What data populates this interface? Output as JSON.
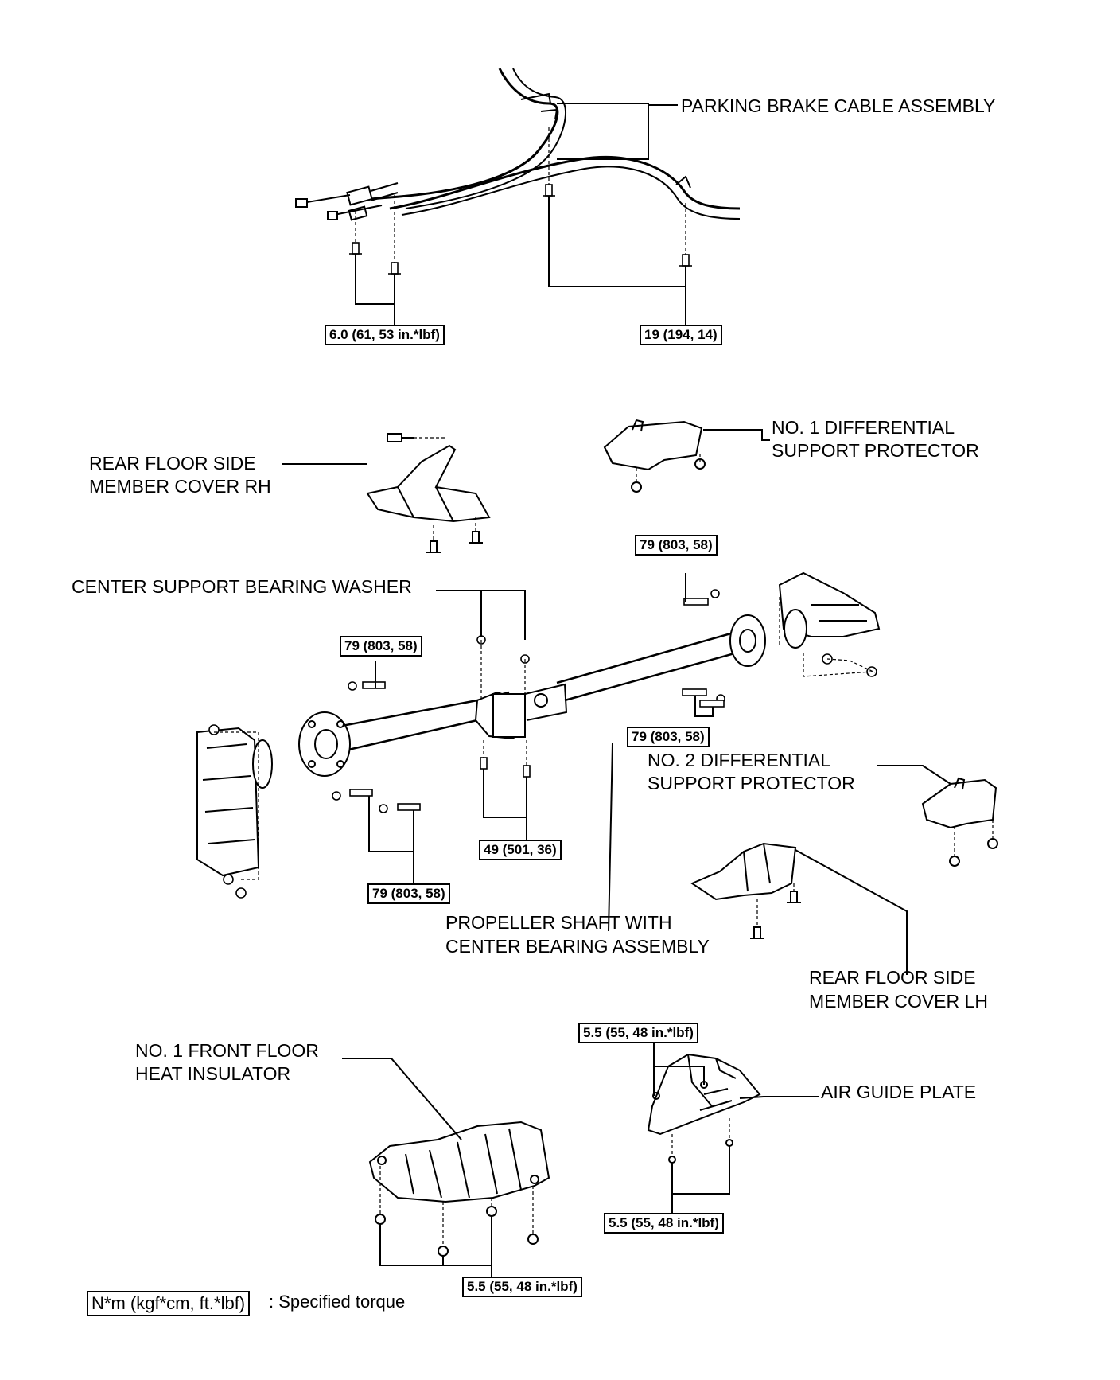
{
  "labels": {
    "parking_brake_cable": "PARKING BRAKE CABLE ASSEMBLY",
    "no1_diff_protector": [
      "NO. 1 DIFFERENTIAL",
      "SUPPORT PROTECTOR"
    ],
    "rear_floor_cover_rh": [
      "REAR FLOOR SIDE",
      "MEMBER COVER RH"
    ],
    "center_support_washer": "CENTER SUPPORT BEARING WASHER",
    "no2_diff_protector": [
      "NO. 2 DIFFERENTIAL",
      "SUPPORT PROTECTOR"
    ],
    "propeller_shaft": [
      "PROPELLER SHAFT WITH",
      "CENTER BEARING ASSEMBLY"
    ],
    "rear_floor_cover_lh": [
      "REAR FLOOR SIDE",
      "MEMBER COVER LH"
    ],
    "no1_front_floor_insulator": [
      "NO. 1 FRONT FLOOR",
      "HEAT INSULATOR"
    ],
    "air_guide_plate": "AIR GUIDE PLATE"
  },
  "torques": {
    "cable_bolts": "6.0 (61, 53 in.*lbf)",
    "cable_clamps": "19 (194, 14)",
    "rear_flange_top": "79 (803, 58)",
    "front_flange_top": "79 (803, 58)",
    "rear_flange_bottom": "79 (803, 58)",
    "center_bearing": "49 (501, 36)",
    "front_flange_bottom": "79 (803, 58)",
    "air_guide_top": "5.5 (55, 48 in.*lbf)",
    "air_guide_bottom": "5.5 (55, 48 in.*lbf)",
    "insulator": "5.5 (55, 48 in.*lbf)"
  },
  "legend": {
    "unit_box": "N*m (kgf*cm, ft.*lbf)",
    "description": ": Specified torque"
  }
}
